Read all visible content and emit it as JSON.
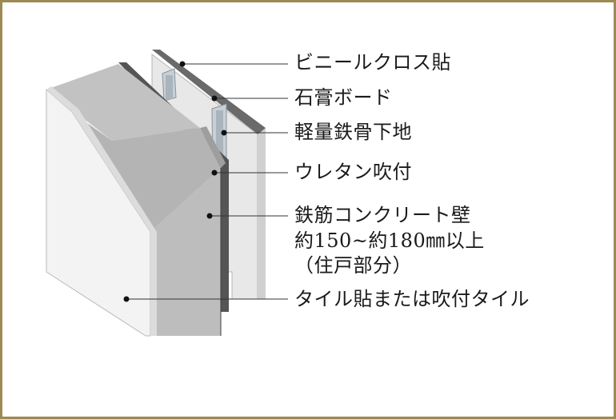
{
  "labels": {
    "vinyl_cloth": "ビニールクロス貼",
    "gypsum_board": "石膏ボード",
    "steel_stud": "軽量鉄骨下地",
    "urethane": "ウレタン吹付",
    "concrete_line1": "鉄筋コンクリート壁",
    "concrete_line2": "約150~約180㎜以上",
    "concrete_line3": "（住戸部分）",
    "tile": "タイル貼または吹付タイル"
  },
  "colors": {
    "frame": "#9c8a55",
    "urethane_layer": "#5d5d5d",
    "concrete": "#c9c9c9",
    "gypsum": "#e6e6e6",
    "tile": "#f4f4f4",
    "stud": "#b7c0c8"
  }
}
